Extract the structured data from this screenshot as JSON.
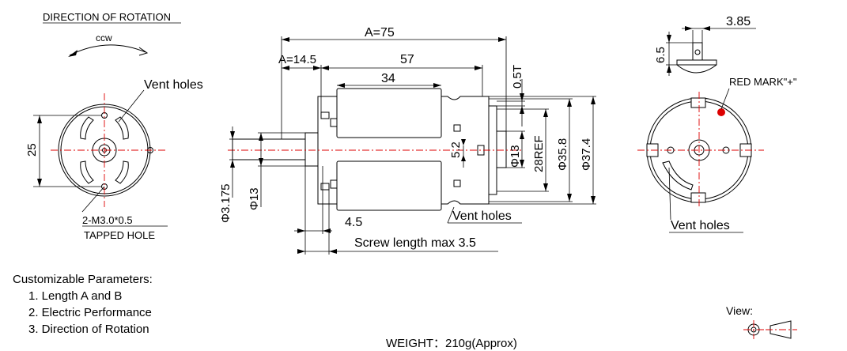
{
  "labels": {
    "direction_title": "DIRECTION OF ROTATION",
    "ccw": "ccw",
    "vent_holes": "Vent holes",
    "tapped_hole_1": "2-M3.0*0.5",
    "tapped_hole_2": "TAPPED HOLE",
    "red_mark": "RED MARK\"+\"",
    "screw_length": "Screw length max 3.5",
    "view": "View:"
  },
  "dimensions": {
    "a_total": "A=75",
    "a_shaft": "A=14.5",
    "body_57": "57",
    "magnet_34": "34",
    "thickness_05t": "0.5T",
    "dia_13_right": "Φ13",
    "ref_28": "28REF",
    "dia_358": "Φ35.8",
    "dia_374": "Φ37.4",
    "dim_52": "5.2",
    "shaft_dia": "Φ3.175",
    "boss_dia": "Φ13",
    "dim_45": "4.5",
    "hole_spacing": "25",
    "term_385": "3.85",
    "term_65": "6.5"
  },
  "notes": {
    "title": "Customizable Parameters:",
    "items": [
      "1. Length A and B",
      "2. Electric Performance",
      "3. Direction of Rotation"
    ]
  },
  "weight": "WEIGHT：210g(Approx)",
  "colors": {
    "centerline": "#dd0000",
    "red_mark": "#dd0000",
    "line": "#000000"
  }
}
